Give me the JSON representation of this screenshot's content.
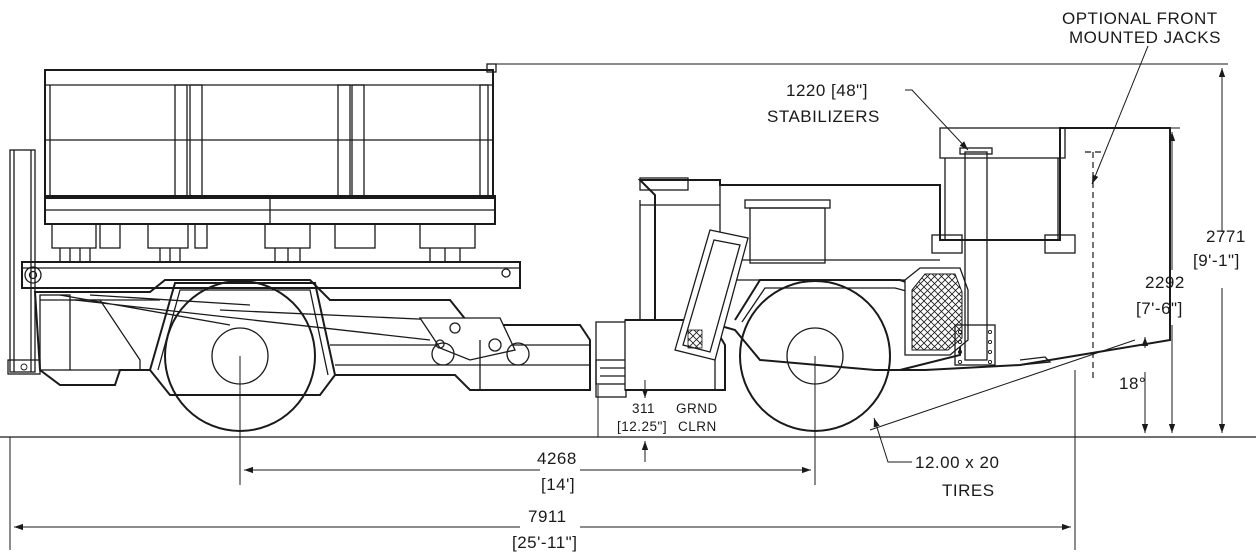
{
  "annotations": {
    "optional_jacks_line1": "OPTIONAL FRONT",
    "optional_jacks_line2": "MOUNTED JACKS",
    "stabilizers_dim": "1220 [48\"]",
    "stabilizers_label": "STABILIZERS",
    "height_overall_mm": "2771",
    "height_overall_ftin": "[9'-1\"]",
    "height_cab_mm": "2292",
    "height_cab_ftin": "[7'-6\"]",
    "angle": "18°",
    "clearance_mm": "311",
    "clearance_in": "[12.25\"]",
    "clearance_label1": "GRND",
    "clearance_label2": "CLRN",
    "tires_size": "12.00 x 20",
    "tires_label": "TIRES",
    "wheelbase_mm": "4268",
    "wheelbase_ft": "[14']",
    "length_mm": "7911",
    "length_ftin": "[25'-11\"]"
  }
}
